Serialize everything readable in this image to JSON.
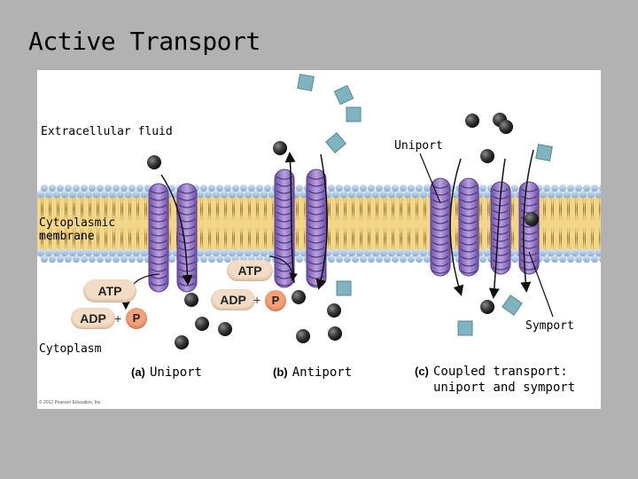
{
  "slide": {
    "title": "Active Transport"
  },
  "labels": {
    "extracellular": "Extracellular fluid",
    "uniport_top": "Uniport",
    "membrane": "Cytoplasmic\nmembrane",
    "symport": "Symport",
    "cytoplasm": "Cytoplasm"
  },
  "captions": [
    {
      "letter": "(a)",
      "text": "Uniport"
    },
    {
      "letter": "(b)",
      "text": "Antiport"
    },
    {
      "letter": "(c)",
      "text": "Coupled transport:\nuniport and symport"
    }
  ],
  "energy": {
    "atp": "ATP",
    "adp": "ADP",
    "p": "P",
    "plus": "+"
  },
  "copyright": "© 2012 Pearson Education, Inc.",
  "colors": {
    "background": "#b2b2b2",
    "panel": "#ffffff",
    "protein": "#8e6fc0",
    "lipid_head": "#a9c7e6",
    "lipid_tail": "#f2d68a",
    "molecule_ball": "#3a3a3a",
    "molecule_square": "#7fb3bd"
  }
}
